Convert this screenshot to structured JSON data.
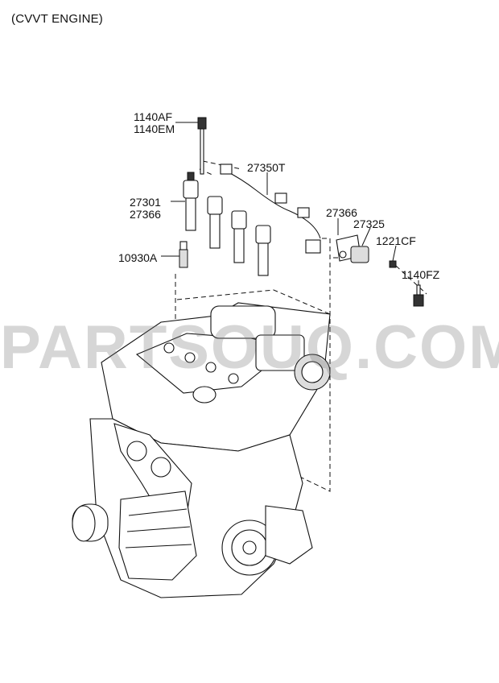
{
  "header": "(CVVT ENGINE)",
  "watermark": "PARTSOUQ.COM",
  "labels": {
    "l1": "1140AF",
    "l2": "1140EM",
    "l3": "27350T",
    "l4": "27301",
    "l5": "27366",
    "l6": "27366",
    "l7": "27325",
    "l8": "1221CF",
    "l9": "10930A",
    "l10": "1140FZ"
  }
}
